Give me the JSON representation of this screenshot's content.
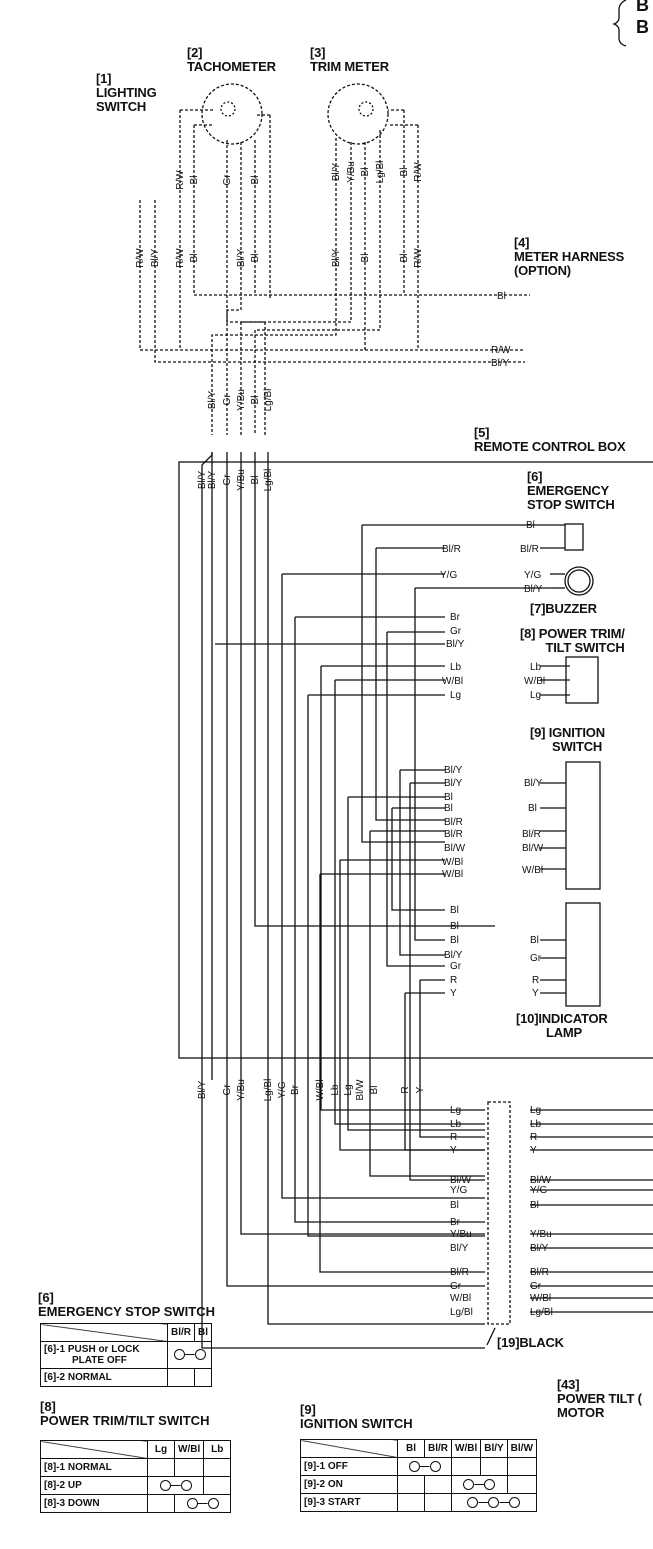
{
  "corner_text": [
    "B",
    "B"
  ],
  "components": {
    "c1": {
      "num": "[1]",
      "name": [
        "LIGHTING",
        "SWITCH"
      ]
    },
    "c2": {
      "num": "[2]",
      "name": [
        "TACHOMETER"
      ]
    },
    "c3": {
      "num": "[3]",
      "name": [
        "TRIM METER"
      ]
    },
    "c4": {
      "num": "[4]",
      "name": [
        "METER HARNESS",
        "(OPTION)"
      ]
    },
    "c5": {
      "num": "[5]",
      "name": [
        "REMOTE CONTROL BOX"
      ]
    },
    "c6": {
      "num": "[6]",
      "name": [
        "EMERGENCY",
        "STOP SWITCH"
      ]
    },
    "c7": {
      "num": "[7]",
      "name": [
        "BUZZER"
      ]
    },
    "c8": {
      "num": "[8]",
      "name": [
        "POWER TRIM/",
        "TILT SWITCH"
      ]
    },
    "c9": {
      "num": "[9]",
      "name": [
        "IGNITION",
        "SWITCH"
      ]
    },
    "c10": {
      "num": "[10]",
      "name": [
        "INDICATOR",
        "LAMP"
      ]
    },
    "c19": {
      "num": "[19]",
      "name": [
        "BLACK"
      ]
    },
    "c43": {
      "num": "[43]",
      "name": [
        "POWER TILT (",
        "MOTOR"
      ]
    }
  },
  "wire_labels": {
    "lighting": [
      "R/W",
      "Bl/Y"
    ],
    "tach": [
      "R/W",
      "Bl",
      "Gr",
      "Bl"
    ],
    "tach_lower": [
      "R/W",
      "Bl",
      "Bl/Y",
      "Bl"
    ],
    "trim": [
      "Bl/Y",
      "Y/Bu",
      "Bl",
      "Lg/Bl",
      "Bl",
      "R/W"
    ],
    "trim_lower": [
      "Bl/Y",
      "Bl",
      "Bl",
      "R/W"
    ],
    "harness_bl": "Bl",
    "harness_rw": "R/W",
    "harness_bly": "Bl/Y",
    "bundle_upper": [
      "Bl/Y",
      "Gr",
      "Y/Bu",
      "Bl",
      "Lg/Bl"
    ],
    "bundle_lower": [
      "Bl/Y",
      "Bl/Y",
      "Gr",
      "Y/Bu",
      "Bl",
      "Lg/Bl"
    ],
    "box_right": {
      "stop": [
        "Bl",
        "Bl/R",
        "Bl/R"
      ],
      "buzzer": [
        "Y/G",
        "Y/G",
        "Bl/Y"
      ],
      "trim_sw": [
        "Br",
        "Gr",
        "Bl/Y",
        "Lb",
        "Lb",
        "W/Bl",
        "W/Bl",
        "Lg",
        "Lg"
      ],
      "ign": [
        "Bl/Y",
        "Bl/Y",
        "Bl/Y",
        "Bl",
        "Bl",
        "Bl",
        "Bl/R",
        "Bl/R",
        "Bl/R",
        "Bl/W",
        "Bl/W",
        "W/Bl",
        "W/Bl",
        "W/Bl"
      ],
      "lamp": [
        "Bl",
        "Bl",
        "Bl",
        "Bl",
        "Bl/Y",
        "Gr",
        "Gr",
        "R",
        "R",
        "Y",
        "Y"
      ]
    },
    "bottom_vertical": [
      "Bl/Y",
      "Gr",
      "Y/Bu",
      "Lg/Bl",
      "Y/G",
      "Br",
      "W/Bl",
      "Lb",
      "Lg",
      "Bl/W",
      "Bl",
      "R",
      "Y"
    ],
    "connector_left": [
      "Lg",
      "Lb",
      "R",
      "Y",
      "Bl/W",
      "Y/G",
      "Bl",
      "Br",
      "Y/Bu",
      "Bl/Y",
      "Bl/R",
      "Gr",
      "W/Bl",
      "Lg/Bl"
    ],
    "connector_right": [
      "Lg",
      "Lb",
      "R",
      "Y",
      "Bl/W",
      "Y/G",
      "Bl",
      "Y/Bu",
      "Bl/Y",
      "Bl/R",
      "Gr",
      "W/Bl",
      "Lg/Bl"
    ]
  },
  "tables": {
    "stop": {
      "num": "[6]",
      "title": "EMERGENCY STOP SWITCH",
      "columns": [
        "Bl/R",
        "Bl"
      ],
      "rows": [
        {
          "label": [
            "[6]-1 PUSH or LOCK",
            "PLATE OFF"
          ],
          "conn": [
            0,
            1
          ]
        },
        {
          "label": [
            "[6]-2 NORMAL"
          ],
          "conn": []
        }
      ]
    },
    "trim": {
      "num": "[8]",
      "title": "POWER TRIM/TILT SWITCH",
      "columns": [
        "Lg",
        "W/Bl",
        "Lb"
      ],
      "rows": [
        {
          "label": [
            "[8]-1 NORMAL"
          ],
          "conn": []
        },
        {
          "label": [
            "[8]-2 UP"
          ],
          "conn": [
            0,
            1
          ]
        },
        {
          "label": [
            "[8]-3 DOWN"
          ],
          "conn": [
            1,
            2
          ]
        }
      ]
    },
    "ignition": {
      "num": "[9]",
      "title": "IGNITION SWITCH",
      "columns": [
        "Bl",
        "Bl/R",
        "W/Bl",
        "Bl/Y",
        "Bl/W"
      ],
      "rows": [
        {
          "label": [
            "[9]-1 OFF"
          ],
          "conn": [
            0,
            1
          ]
        },
        {
          "label": [
            "[9]-2 ON"
          ],
          "conn": [
            2,
            3
          ]
        },
        {
          "label": [
            "[9]-3 START"
          ],
          "conn": [
            2,
            3,
            4
          ]
        }
      ]
    }
  }
}
